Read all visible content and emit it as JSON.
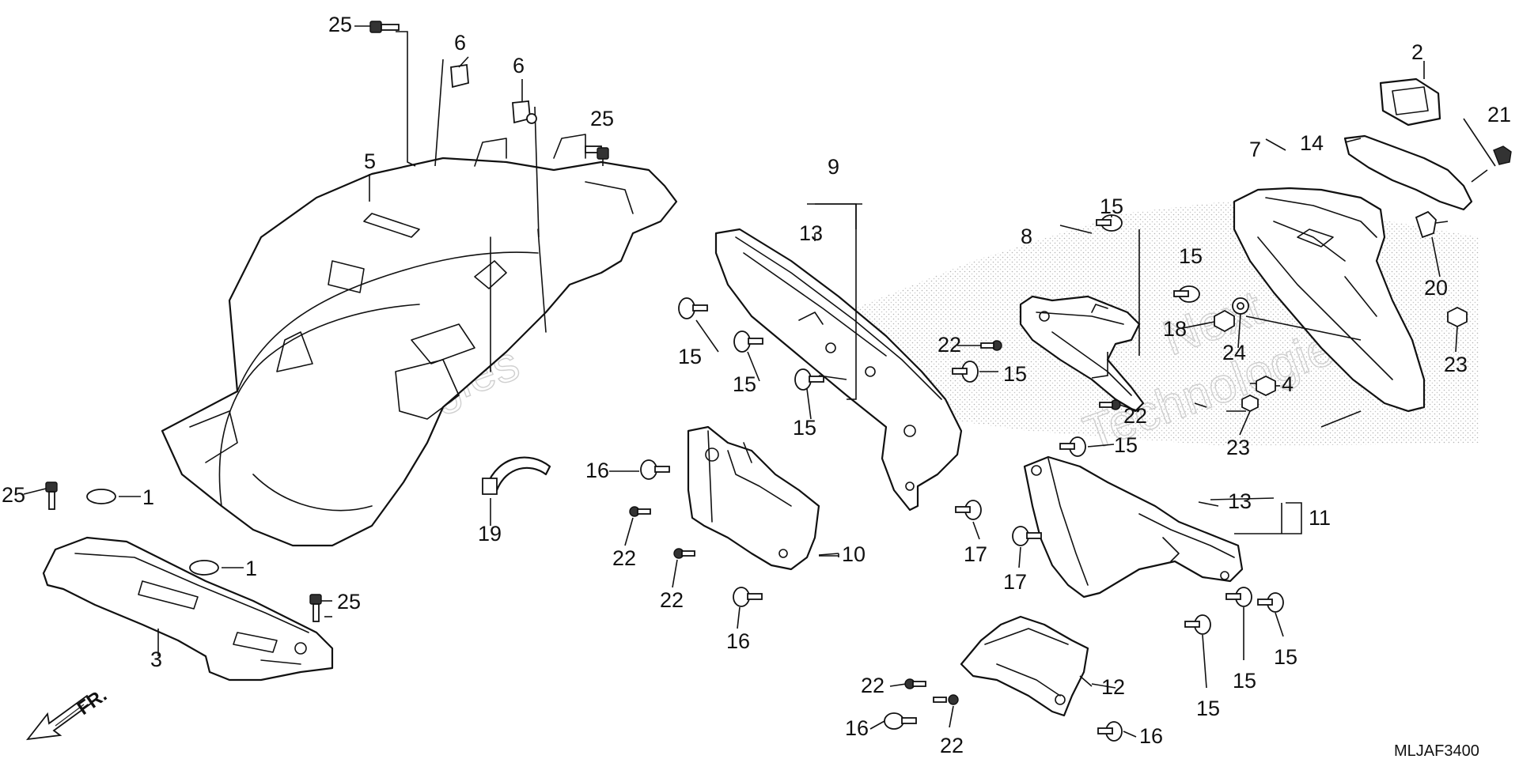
{
  "diagram": {
    "code": "MLJAF3400",
    "direction_label": "FR.",
    "watermark": {
      "line1": "Next",
      "line2": "Technologies"
    },
    "callouts": [
      {
        "id": "c-25-top",
        "text": "25"
      },
      {
        "id": "c-6-a",
        "text": "6"
      },
      {
        "id": "c-6-b",
        "text": "6"
      },
      {
        "id": "c-25-mid",
        "text": "25"
      },
      {
        "id": "c-5",
        "text": "5"
      },
      {
        "id": "c-9",
        "text": "9"
      },
      {
        "id": "c-13-a",
        "text": "13"
      },
      {
        "id": "c-15-a",
        "text": "15"
      },
      {
        "id": "c-15-b",
        "text": "15"
      },
      {
        "id": "c-15-c",
        "text": "15"
      },
      {
        "id": "c-15-d",
        "text": "15"
      },
      {
        "id": "c-8",
        "text": "8"
      },
      {
        "id": "c-15-e",
        "text": "15"
      },
      {
        "id": "c-15-f",
        "text": "15"
      },
      {
        "id": "c-22-a",
        "text": "22"
      },
      {
        "id": "c-18",
        "text": "18"
      },
      {
        "id": "c-24",
        "text": "24"
      },
      {
        "id": "c-4",
        "text": "4"
      },
      {
        "id": "c-22-b",
        "text": "22"
      },
      {
        "id": "c-23-a",
        "text": "23"
      },
      {
        "id": "c-2",
        "text": "2"
      },
      {
        "id": "c-14",
        "text": "14"
      },
      {
        "id": "c-7",
        "text": "7"
      },
      {
        "id": "c-21",
        "text": "21"
      },
      {
        "id": "c-20",
        "text": "20"
      },
      {
        "id": "c-23-b",
        "text": "23"
      },
      {
        "id": "c-25-left",
        "text": "25"
      },
      {
        "id": "c-1-a",
        "text": "1"
      },
      {
        "id": "c-1-b",
        "text": "1"
      },
      {
        "id": "c-25-low",
        "text": "25"
      },
      {
        "id": "c-3",
        "text": "3"
      },
      {
        "id": "c-19",
        "text": "19"
      },
      {
        "id": "c-16-a",
        "text": "16"
      },
      {
        "id": "c-22-c",
        "text": "22"
      },
      {
        "id": "c-22-d",
        "text": "22"
      },
      {
        "id": "c-10",
        "text": "10"
      },
      {
        "id": "c-16-b",
        "text": "16"
      },
      {
        "id": "c-17-a",
        "text": "17"
      },
      {
        "id": "c-15-g",
        "text": "15"
      },
      {
        "id": "c-13-b",
        "text": "13"
      },
      {
        "id": "c-11",
        "text": "11"
      },
      {
        "id": "c-17-b",
        "text": "17"
      },
      {
        "id": "c-15-h",
        "text": "15"
      },
      {
        "id": "c-15-i",
        "text": "15"
      },
      {
        "id": "c-15-j",
        "text": "15"
      },
      {
        "id": "c-12",
        "text": "12"
      },
      {
        "id": "c-22-e",
        "text": "22"
      },
      {
        "id": "c-16-c",
        "text": "16"
      },
      {
        "id": "c-22-f",
        "text": "22"
      },
      {
        "id": "c-16-d",
        "text": "16"
      }
    ]
  }
}
